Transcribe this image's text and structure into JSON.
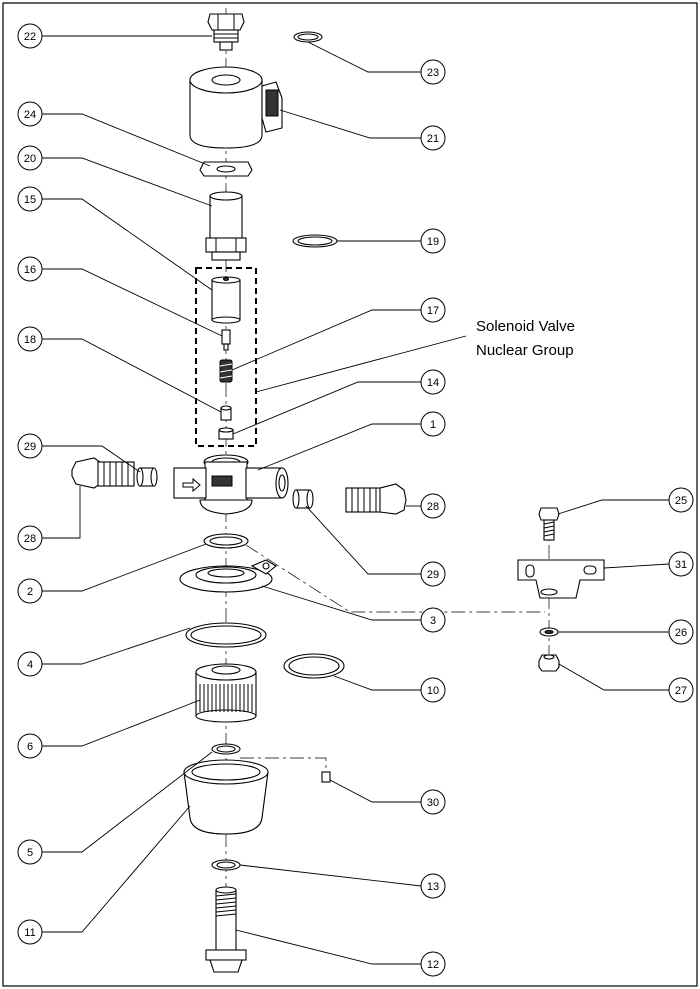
{
  "group_label": {
    "line1": "Solenoid Valve",
    "line2": "Nuclear Group"
  },
  "callouts": [
    {
      "id": "c22",
      "label": "22"
    },
    {
      "id": "c23",
      "label": "23"
    },
    {
      "id": "c24",
      "label": "24"
    },
    {
      "id": "c21",
      "label": "21"
    },
    {
      "id": "c20",
      "label": "20"
    },
    {
      "id": "c15",
      "label": "15"
    },
    {
      "id": "c19",
      "label": "19"
    },
    {
      "id": "c16",
      "label": "16"
    },
    {
      "id": "c17",
      "label": "17"
    },
    {
      "id": "c18",
      "label": "18"
    },
    {
      "id": "c14",
      "label": "14"
    },
    {
      "id": "c1",
      "label": "1"
    },
    {
      "id": "c29a",
      "label": "29"
    },
    {
      "id": "c28a",
      "label": "28"
    },
    {
      "id": "c28b",
      "label": "28"
    },
    {
      "id": "c25",
      "label": "25"
    },
    {
      "id": "c29b",
      "label": "29"
    },
    {
      "id": "c31",
      "label": "31"
    },
    {
      "id": "c2",
      "label": "2"
    },
    {
      "id": "c3",
      "label": "3"
    },
    {
      "id": "c26",
      "label": "26"
    },
    {
      "id": "c4",
      "label": "4"
    },
    {
      "id": "c27",
      "label": "27"
    },
    {
      "id": "c10",
      "label": "10"
    },
    {
      "id": "c6",
      "label": "6"
    },
    {
      "id": "c30",
      "label": "30"
    },
    {
      "id": "c5",
      "label": "5"
    },
    {
      "id": "c13",
      "label": "13"
    },
    {
      "id": "c11",
      "label": "11"
    },
    {
      "id": "c12",
      "label": "12"
    }
  ]
}
